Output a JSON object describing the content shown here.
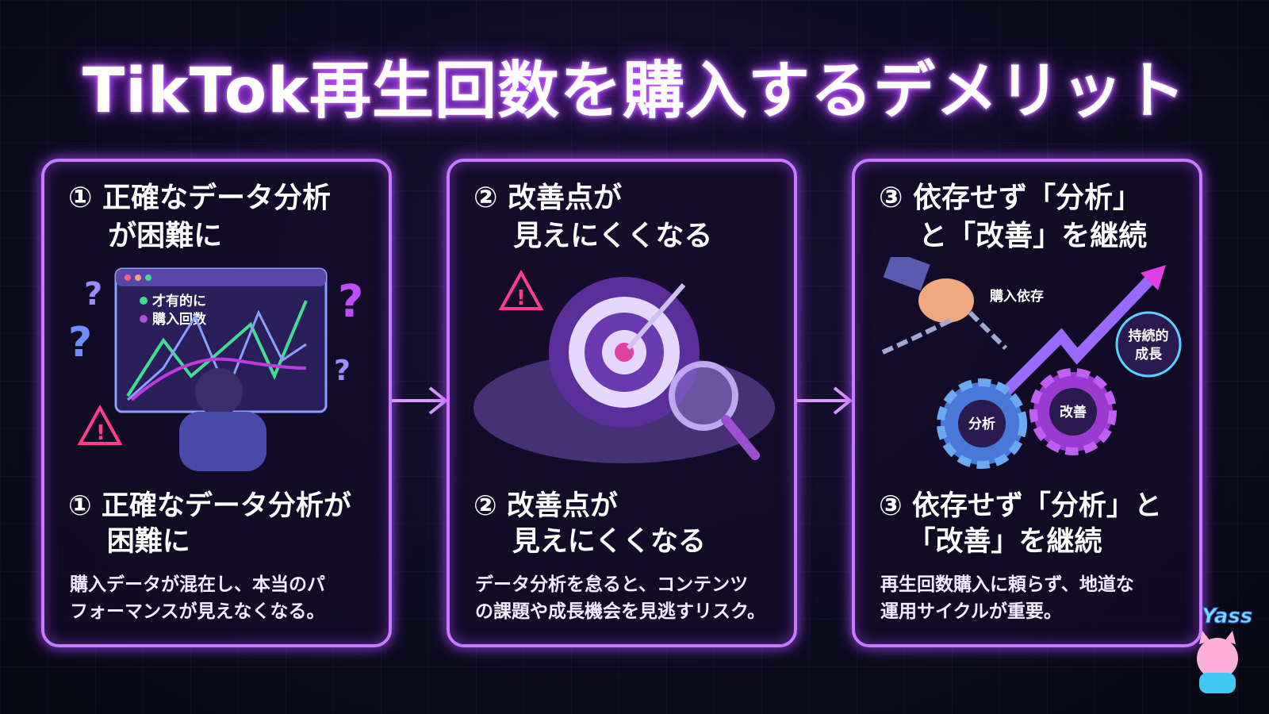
{
  "title": "TikTok再生回数を購入するデメリット",
  "panels": [
    {
      "heading": "① 正確なデータ分析\n    が困難に",
      "subheading": "① 正確なデータ分析が\n    困難に",
      "description": "購入データが混在し、本当のパ\nフォーマンスが見えなくなる。",
      "chart_legend": [
        "才有的に",
        "購入回数"
      ]
    },
    {
      "heading": "② 改善点が\n    見えにくくなる",
      "subheading": "② 改善点が\n    見えにくくなる",
      "description": "データ分析を怠ると、コンテンツ\nの課題や成長機会を見逃すリスク。"
    },
    {
      "heading": "③ 依存せず「分析」\n    と「改善」を継続",
      "subheading": "③ 依存せず「分析」と\n   「改善」を継続",
      "description": "再生回数購入に頼らず、地道な\n運用サイクルが重要。",
      "labels": {
        "dependency": "購入依存",
        "growth_1": "持続的",
        "growth_2": "成長",
        "gear_analysis": "分析",
        "gear_improve": "改善"
      }
    }
  ],
  "logo": "Yass",
  "colors": {
    "accent": "#c57bff",
    "glow": "#9b30ff",
    "warning": "#ff3d8b"
  }
}
